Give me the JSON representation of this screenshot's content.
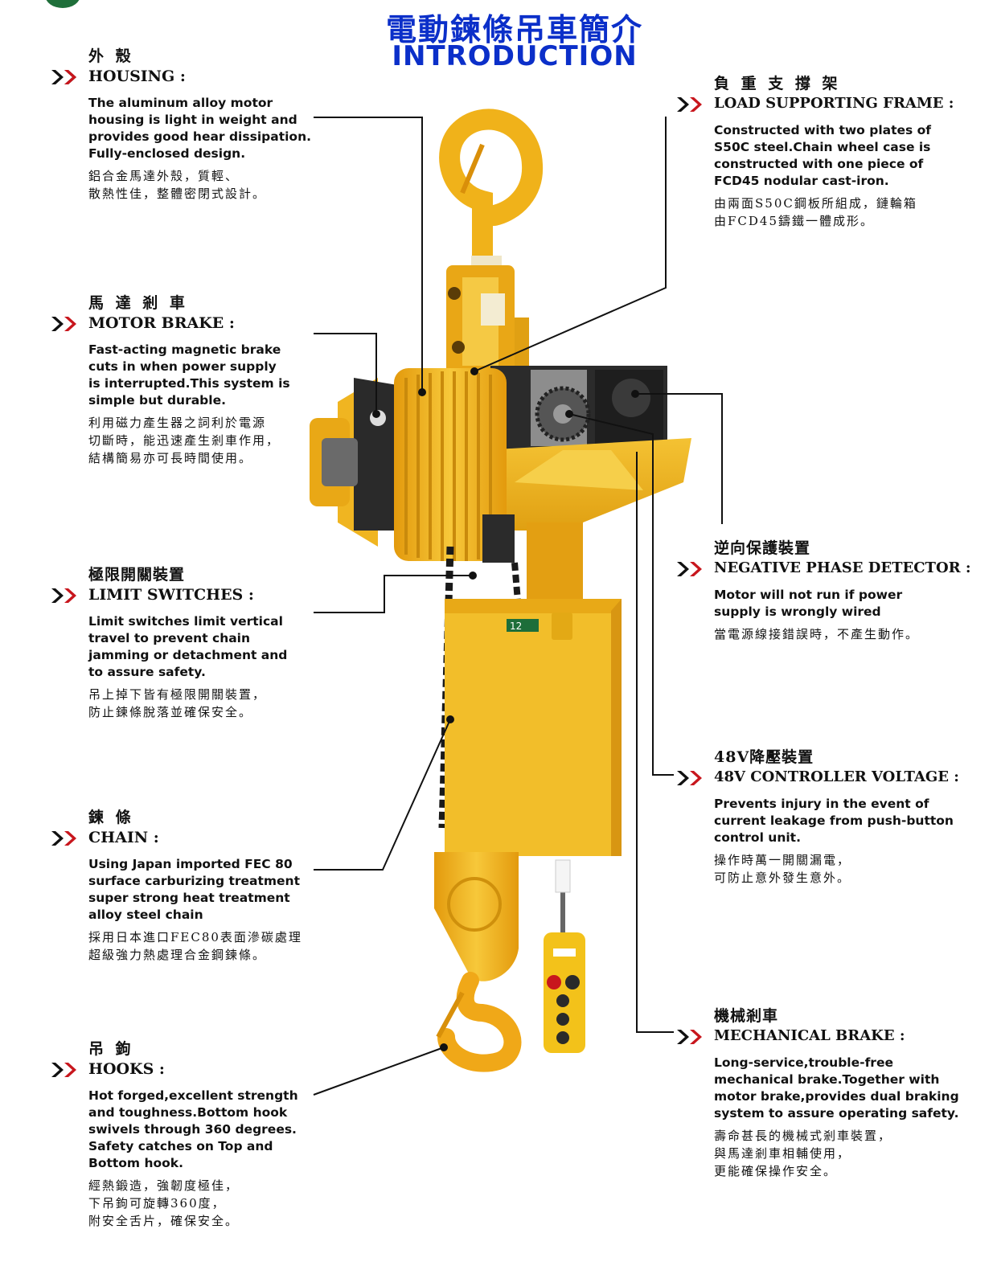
{
  "title": {
    "zh": "電動鍊條吊車簡介",
    "en": "INTRODUCTION"
  },
  "features": {
    "housing": {
      "zh": "外 殼",
      "en": "HOUSING",
      "desc_en": "The aluminum alloy motor\nhousing is light in weight and\nprovides good hear dissipation.\nFully-enclosed design.",
      "desc_zh": "鋁合金馬達外殼，質輕、\n散熱性佳，整體密閉式設計。"
    },
    "motor_brake": {
      "zh": "馬 達 剎 車",
      "en": "MOTOR BRAKE",
      "desc_en": "Fast-acting magnetic brake\ncuts in when power supply\nis interrupted.This system is\nsimple but durable.",
      "desc_zh": "利用磁力產生器之詞利於電源\n切斷時，能迅速產生剎車作用，\n結構簡易亦可長時間使用。"
    },
    "limit_switches": {
      "zh": "極限開關裝置",
      "en": "LIMIT SWITCHES",
      "desc_en": "Limit switches limit vertical\ntravel to prevent chain\njamming or detachment and\nto assure safety.",
      "desc_zh": "吊上掉下皆有極限開關裝置，\n防止鍊條脫落並確保安全。"
    },
    "chain": {
      "zh": "鍊 條",
      "en": "CHAIN",
      "desc_en": "Using Japan imported FEC 80\nsurface carburizing treatment\nsuper strong heat treatment\nalloy steel chain",
      "desc_zh": "採用日本進口FEC80表面滲碳處理\n超級強力熱處理合金鋼鍊條。"
    },
    "hooks": {
      "zh": "吊 鉤",
      "en": "HOOKS",
      "desc_en": "Hot forged,excellent strength\nand toughness.Bottom hook\nswivels through 360 degrees.\nSafety catches on Top and\nBottom hook.",
      "desc_zh": "經熱鍛造，強韌度極佳，\n下吊鉤可旋轉360度，\n附安全舌片，確保安全。"
    },
    "load_frame": {
      "zh": "負 重 支 撐 架",
      "en": "LOAD SUPPORTING FRAME",
      "desc_en": "Constructed with two plates of\nS50C steel.Chain wheel case is\nconstructed with one piece of\nFCD45 nodular cast-iron.",
      "desc_zh": "由兩面S50C鋼板所組成，鏈輪箱\n由FCD45鑄鐵一體成形。"
    },
    "phase_detector": {
      "zh": "逆向保護裝置",
      "en": "NEGATIVE PHASE DETECTOR",
      "desc_en": "Motor will not run if power\nsupply is wrongly wired",
      "desc_zh": "當電源線接錯誤時，不產生動作。"
    },
    "controller_voltage": {
      "zh": "48V降壓裝置",
      "en": "48V CONTROLLER VOLTAGE",
      "desc_en": "Prevents injury in the event of\ncurrent leakage from push-button\ncontrol unit.",
      "desc_zh": "操作時萬一開關漏電，\n可防止意外發生意外。"
    },
    "mechanical_brake": {
      "zh": "機械剎車",
      "en": "MECHANICAL BRAKE",
      "desc_en": "Long-service,trouble-free\nmechanical brake.Together with\nmotor brake,provides dual braking\nsystem to assure operating safety.",
      "desc_zh": "壽命甚長的機械式剎車裝置，\n與馬達剎車相輔使用，\n更能確保操作安全。"
    }
  },
  "machine": {
    "block_label": "12"
  },
  "colors": {
    "title_blue": "#0b2fc9",
    "hoist_yellow": "#f2b51c",
    "hoist_dark": "#c98a0c",
    "chevron_red": "#c8161d"
  },
  "icons": {
    "chevron": "double-chevron-icon",
    "logo": "corner-logo-icon"
  }
}
